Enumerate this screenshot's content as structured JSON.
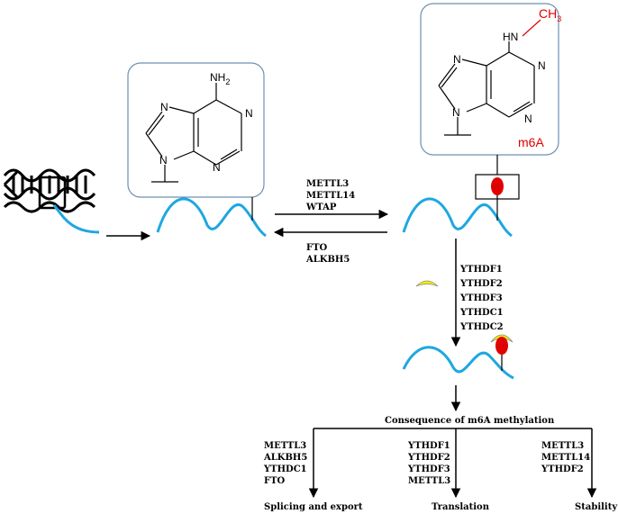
{
  "adenine": {
    "amine": "NH",
    "amine_sub": "2",
    "n1": "N",
    "n3": "N",
    "n7": "N",
    "n9": "N"
  },
  "m6a": {
    "methyl": "CH",
    "methyl_sub": "3",
    "amine": "HN",
    "n1": "N",
    "n3": "N",
    "n7": "N",
    "n9": "N",
    "label": "m6A"
  },
  "writers": [
    "METTL3",
    "METTL14",
    "WTAP"
  ],
  "erasers": [
    "FTO",
    "ALKBH5"
  ],
  "readers": [
    "YTHDF1",
    "YTHDF2",
    "YTHDF3",
    "YTHDC1",
    "YTHDC2"
  ],
  "consequence": {
    "title": "Consequence of m6A methylation",
    "branches": [
      {
        "factors": [
          "METTL3",
          "ALKBH5",
          "YTHDC1",
          "FTO"
        ],
        "outcome": "Splicing and export"
      },
      {
        "factors": [
          "YTHDF1",
          "YTHDF2",
          "YTHDF3",
          "METTL3"
        ],
        "outcome": "Translation"
      },
      {
        "factors": [
          "METTL3",
          "METTL14",
          "YTHDF2"
        ],
        "outcome": "Stability"
      }
    ]
  },
  "colors": {
    "rna": "#1ea7e1",
    "box_border": "#6f8fb0",
    "methyl_red": "#e00000",
    "reader_yellow": "#f5f000"
  }
}
